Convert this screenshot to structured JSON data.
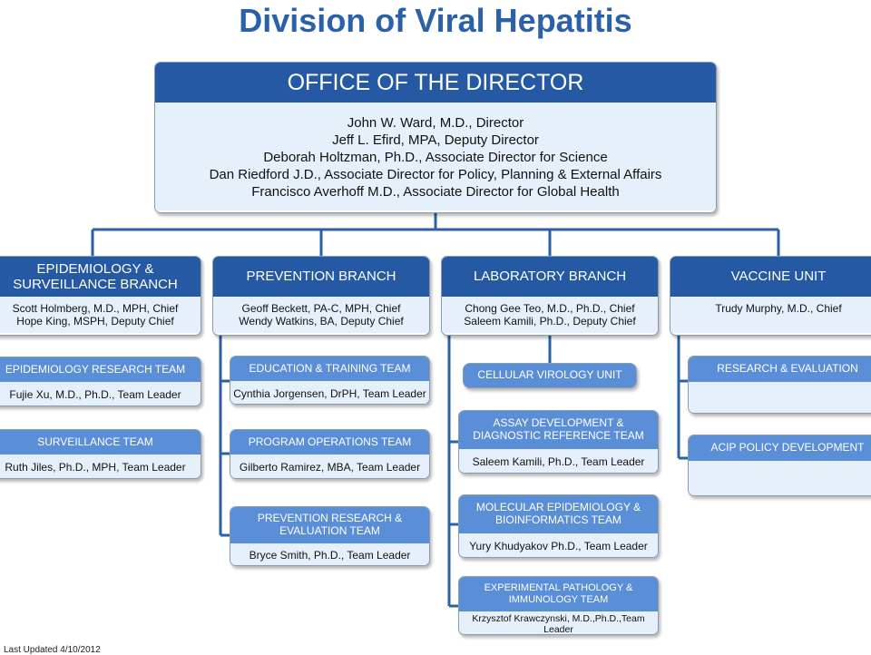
{
  "title": "Division of Viral Hepatitis",
  "office": {
    "header": "OFFICE OF THE DIRECTOR",
    "members": [
      "John W. Ward, M.D., Director",
      "Jeff L. Efird, MPA, Deputy Director",
      "Deborah Holtzman, Ph.D., Associate Director for Science",
      "Dan Riedford J.D., Associate Director for Policy, Planning & External Affairs",
      "Francisco Averhoff M.D., Associate Director for Global Health"
    ]
  },
  "branches": [
    {
      "header": [
        "EPIDEMIOLOGY &",
        "SURVEILLANCE BRANCH"
      ],
      "members": [
        "Scott Holmberg, M.D., MPH,  Chief",
        "Hope King, MSPH, Deputy Chief"
      ],
      "teams": [
        {
          "header": [
            "EPIDEMIOLOGY RESEARCH TEAM"
          ],
          "leader": "Fujie Xu, M.D., Ph.D., Team Leader"
        },
        {
          "header": [
            "SURVEILLANCE TEAM"
          ],
          "leader": "Ruth Jiles, Ph.D., MPH, Team Leader"
        }
      ]
    },
    {
      "header": [
        "PREVENTION BRANCH"
      ],
      "members": [
        "Geoff Beckett, PA-C, MPH, Chief",
        "Wendy Watkins, BA, Deputy Chief"
      ],
      "teams": [
        {
          "header": [
            "EDUCATION & TRAINING  TEAM"
          ],
          "leader": "Cynthia Jorgensen, DrPH, Team Leader"
        },
        {
          "header": [
            "PROGRAM OPERATIONS TEAM"
          ],
          "leader": "Gilberto Ramirez, MBA, Team Leader"
        },
        {
          "header": [
            "PREVENTION RESEARCH &",
            "EVALUATION TEAM"
          ],
          "leader": "Bryce Smith, Ph.D., Team Leader"
        }
      ]
    },
    {
      "header": [
        "LABORATORY BRANCH"
      ],
      "members": [
        "Chong Gee Teo, M.D., Ph.D., Chief",
        "Saleem Kamili, Ph.D., Deputy Chief"
      ],
      "unit": "CELLULAR VIROLOGY UNIT",
      "teams": [
        {
          "header": [
            "ASSAY DEVELOPMENT &",
            "DIAGNOSTIC REFERENCE TEAM"
          ],
          "leader": "Saleem Kamili, Ph.D., Team Leader"
        },
        {
          "header": [
            "MOLECULAR EPIDEMIOLOGY &",
            "BIOINFORMATICS TEAM"
          ],
          "leader": "Yury Khudyakov Ph.D., Team Leader"
        },
        {
          "header": [
            "EXPERIMENTAL PATHOLOGY &",
            "IMMUNOLOGY TEAM"
          ],
          "leader": "Krzysztof Krawczynski, M.D.,Ph.D.,Team Leader"
        }
      ]
    },
    {
      "header": [
        "VACCINE UNIT"
      ],
      "members": [
        "Trudy Murphy, M.D.,  Chief"
      ],
      "teams": [
        {
          "header": [
            "RESEARCH & EVALUATION"
          ],
          "leader": ""
        },
        {
          "header": [
            "ACIP POLICY DEVELOPMENT"
          ],
          "leader": ""
        }
      ]
    }
  ],
  "footer": "Last Updated 4/10/2012",
  "colors": {
    "header_dark": "#2559a3",
    "header_light": "#5a8ed6",
    "body_pale": "#e6f0fb",
    "connector": "#2b61a8",
    "title": "#2b61a8"
  }
}
